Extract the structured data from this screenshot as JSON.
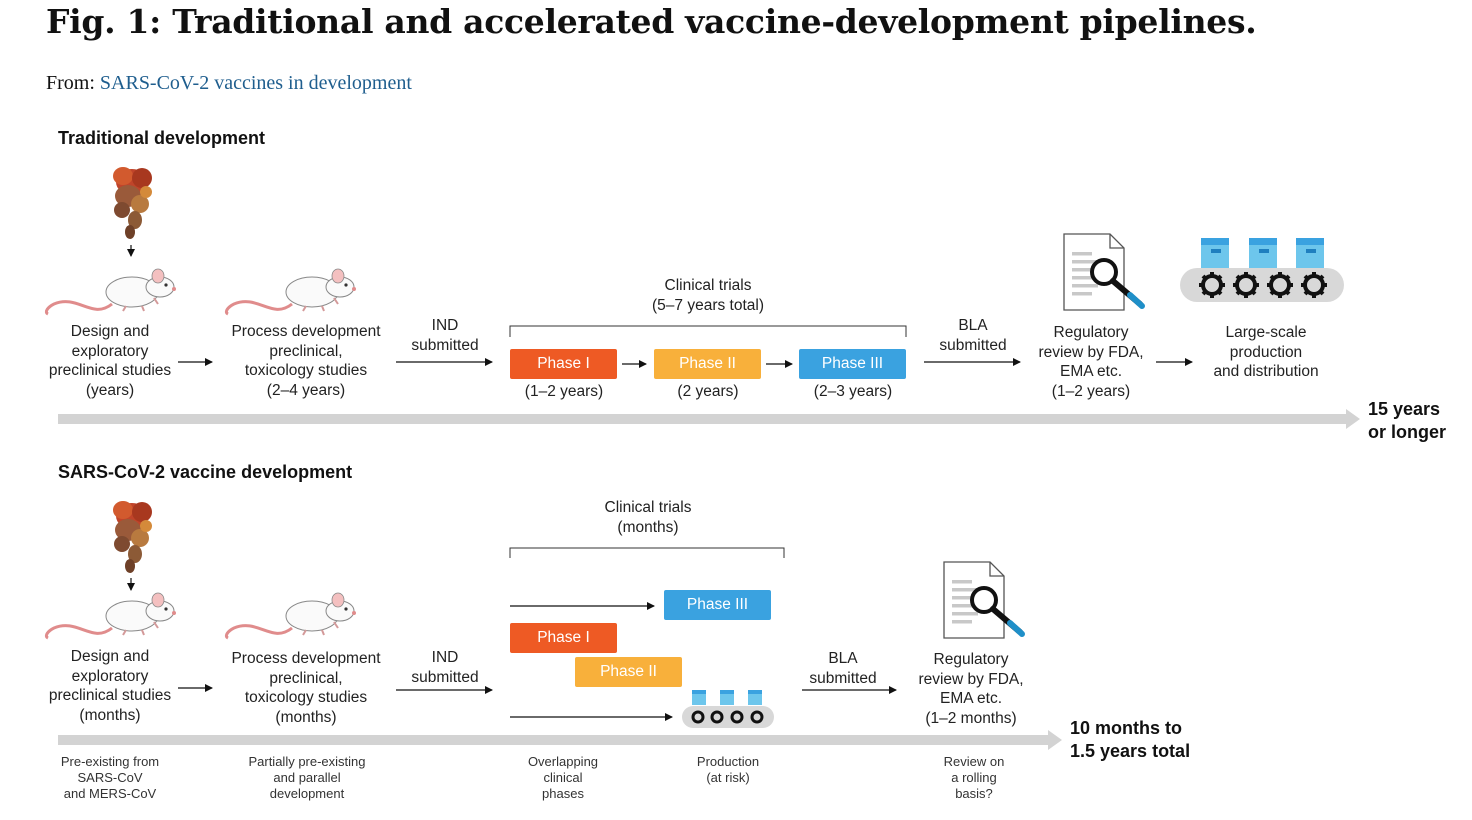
{
  "figure": {
    "title": "Fig. 1: Traditional and accelerated vaccine-development pipelines.",
    "from_label": "From:",
    "from_link": "SARS-CoV-2 vaccines in development"
  },
  "colors": {
    "phase1": "#ee5a24",
    "phase2": "#f8b03b",
    "phase3": "#3aa2e0",
    "timeline": "#d3d3d3",
    "link": "#1f5e8e"
  },
  "traditional": {
    "heading": "Traditional development",
    "step1": "Design and\nexploratory\npreclinical studies\n(years)",
    "step2": "Process development\npreclinical,\ntoxicology studies\n(2–4 years)",
    "ind": "IND\nsubmitted",
    "clinical": "Clinical trials\n(5–7 years total)",
    "phase1": "Phase I",
    "phase1_dur": "(1–2 years)",
    "phase2": "Phase II",
    "phase2_dur": "(2 years)",
    "phase3": "Phase III",
    "phase3_dur": "(2–3 years)",
    "bla": "BLA\nsubmitted",
    "review": "Regulatory\nreview by FDA,\nEMA etc.\n(1–2 years)",
    "production": "Large-scale\nproduction\nand distribution",
    "total": "15 years\nor longer"
  },
  "sars": {
    "heading": "SARS-CoV-2 vaccine development",
    "step1": "Design and\nexploratory\npreclinical studies\n(months)",
    "step2": "Process development\npreclinical,\ntoxicology studies\n(months)",
    "ind": "IND\nsubmitted",
    "clinical": "Clinical trials\n(months)",
    "phase1": "Phase I",
    "phase2": "Phase II",
    "phase3": "Phase III",
    "bla": "BLA\nsubmitted",
    "review": "Regulatory\nreview by FDA,\nEMA etc.\n(1–2 months)",
    "total": "10 months to\n1.5 years total",
    "note1": "Pre-existing from\nSARS-CoV\nand MERS-CoV",
    "note2": "Partially pre-existing\nand parallel\ndevelopment",
    "note3": "Overlapping\nclinical\nphases",
    "note4": "Production\n(at risk)",
    "note5": "Review on\na rolling\nbasis?"
  }
}
